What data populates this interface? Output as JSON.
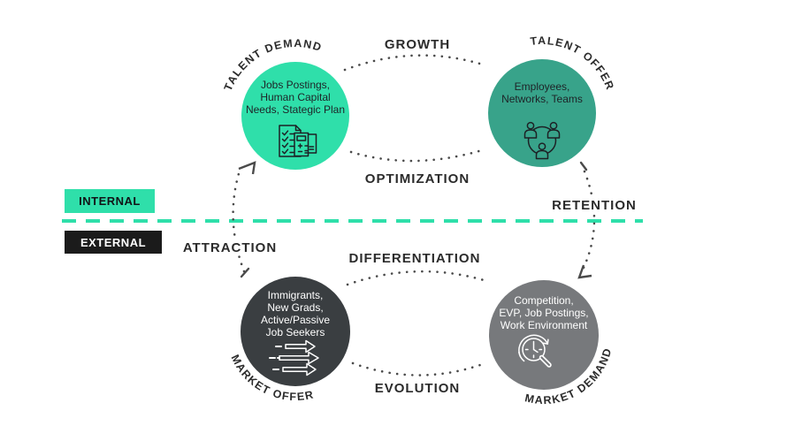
{
  "colors": {
    "mint": "#2FDFAA",
    "teal": "#38A38A",
    "dark_gray": "#3A3E41",
    "mid_gray": "#77797C",
    "external_bg": "#1B1B1B",
    "label_text": "#2B2B2B",
    "dot_gray": "#4A4A4A"
  },
  "badges": {
    "internal": "INTERNAL",
    "external": "EXTERNAL"
  },
  "flow_labels": {
    "growth": "GROWTH",
    "optimization": "OPTIMIZATION",
    "retention": "RETENTION",
    "attraction": "ATTRACTION",
    "differentiation": "DIFFERENTIATION",
    "evolution": "EVOLUTION"
  },
  "nodes": {
    "talent_demand": {
      "label": "TALENT DEMAND",
      "lines": [
        "Jobs Postings,",
        "Human Capital",
        "Needs, Stategic Plan"
      ],
      "icon": "checklist-calculator-icon"
    },
    "talent_offer": {
      "label": "TALENT OFFER",
      "lines": [
        "Employees,",
        "Networks, Teams"
      ],
      "icon": "team-network-icon"
    },
    "market_offer": {
      "label": "MARKET OFFER",
      "lines": [
        "Immigrants,",
        "New Grads,",
        "Active/Passive",
        "Job Seekers"
      ],
      "icon": "fast-arrows-icon"
    },
    "market_demand": {
      "label": "MARKET DEMAND",
      "lines": [
        "Competition,",
        "EVP, Job Postings,",
        "Work Environment"
      ],
      "icon": "search-clock-icon"
    }
  }
}
